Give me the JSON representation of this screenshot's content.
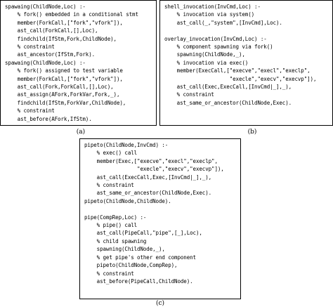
{
  "figure": {
    "panel_a": {
      "caption": "(a)",
      "code": "spawaing(ChildNode,Loc) :-\n    % fork() embedded in a conditional stmt\n    member(ForkCall,[\"fork\",\"vfork\"]),\n    ast_call(ForkCall,[],Loc),\n    findchild(IfStm,Fork,ChildNode),\n    % constraint\n    ast_ancestor(IfStm,Fork).\nspawaing(ChildNode,Loc) :-\n    % fork() assigned to test variable\n    member(ForkCall,[\"fork\",\"vfork\"]),\n    ast_call(Fork,ForkCall,[],Loc),\n    ast_assign(AFork,ForkVar,Fork,_),\n    findchild(IfStm,ForkVar,ChildNode),\n    % constraint\n    ast_before(AFork,IfStm)."
    },
    "panel_b": {
      "caption": "(b)",
      "code": "shell_invocation(InvCmd,Loc) :-\n    % invocation via system()\n    ast_call(_,\"system\",[InvCmd],Loc).\n\noverlay_invocation(InvCmd,Loc) :-\n    % component spawning via fork()\n    spawning(ChildNode,_),\n    % invocation via exec()\n    member(ExecCall,[\"execve\",\"execl\",\"execlp\",\n                     \"execle\",\"execv\",\"execvp\"]),\n    ast_call(Exec,ExecCall,[InvCmd|_],_),\n    % constraint\n    ast_same_or_ancestor(ChildNode,Exec)."
    },
    "panel_c": {
      "caption": "(c)",
      "code": "pipeto(ChildNode,InvCmd) :-\n    % exec() call\n    member(Exec,[\"execve\",\"execl\",\"execlp\",\n                 \"execle\",\"execv\",\"execvp\"]),\n    ast_call(ExecCall,Exec,[InvCmd|_],_),\n    % constraint\n    ast_same_or_ancestor(ChildNode,Exec).\npipeto(ChildNode,ChildNode).\n\npipe(CompRep,Loc) :-\n    % pipe() call\n    ast_call(PipeCall,\"pipe\",[_],Loc),\n    % child spawning\n    spawning(ChildNode,_),\n    % get pipe's other end component\n    pipeto(ChildNode,CompRep),\n    % constraint\n    ast_before(PipeCall,ChildNode)."
    }
  }
}
